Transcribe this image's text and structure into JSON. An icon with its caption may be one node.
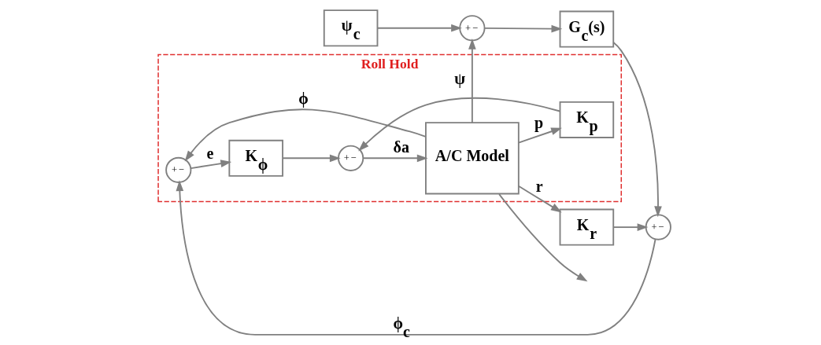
{
  "diagram": {
    "nodes": [
      {
        "text": [
          "ψ$_{c}$"
        ]
      },
      {
        "text": [
          "+",
          "−"
        ]
      },
      {
        "text": [
          "G$_{c}$(s)"
        ]
      },
      {
        "text": [
          "+",
          "−"
        ]
      },
      {
        "text": [
          "Roll Hold"
        ]
      },
      {
        "text": [
          "+",
          "−"
        ],
        "in": 4
      },
      {
        "text": [
          "K$_{ϕ}$"
        ],
        "in": 4
      },
      {
        "text": [
          "+",
          "−"
        ],
        "in": 4
      },
      {
        "text": [
          "A/C Model"
        ],
        "in": 4
      },
      {
        "text": [
          "K$_{p}$"
        ],
        "in": 4
      },
      {
        "text": [
          "K$_{r}$"
        ]
      }
    ],
    "edges": [
      {
        "from": 0,
        "to": 1,
        "arrow": "to"
      },
      {
        "from": 1,
        "to": 2,
        "arrow": "to"
      },
      {
        "from": 2,
        "to": 3,
        "arrow": "to"
      },
      {
        "from": 3,
        "to": 5,
        "arrow": "to",
        "label": "ϕ$_{c}$"
      },
      {
        "from": 5,
        "to": 6,
        "arrow": "to",
        "label": "e"
      },
      {
        "from": 6,
        "to": 7,
        "arrow": "to"
      },
      {
        "from": 7,
        "to": 8,
        "arrow": "to",
        "label": "δa"
      },
      {
        "from": 8,
        "to": null,
        "arrow": "to"
      },
      {
        "from": 8,
        "to": 9,
        "arrow": "to",
        "label": "p"
      },
      {
        "from": 9,
        "to": 7,
        "arrow": "to"
      },
      {
        "from": 8,
        "to": 5,
        "arrow": "to",
        "label": "ϕ"
      },
      {
        "from": 8,
        "to": 10,
        "arrow": "to",
        "label": "r"
      },
      {
        "from": 10,
        "to": 3,
        "arrow": "to"
      },
      {
        "from": 8,
        "to": 1,
        "arrow": "to",
        "label": "ψ"
      }
    ]
  }
}
